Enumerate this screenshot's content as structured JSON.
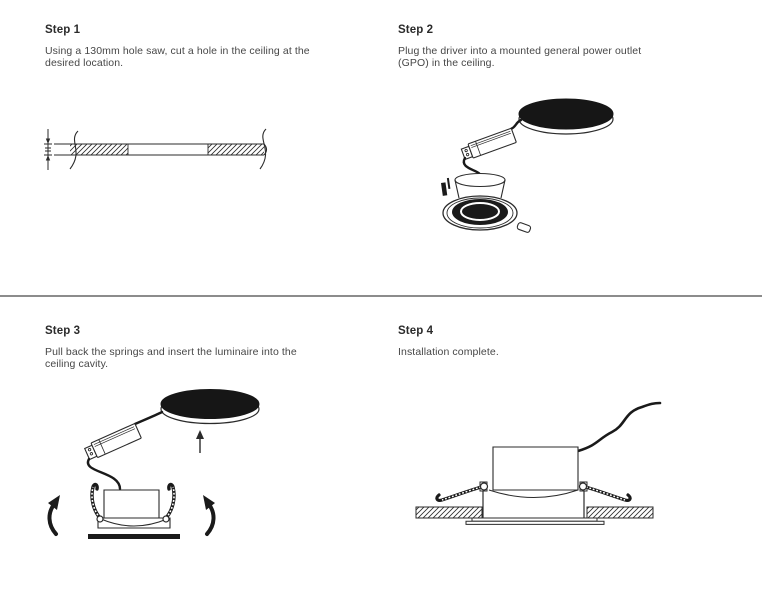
{
  "page": {
    "background": "#ffffff",
    "ink": "#2b2b2b",
    "dark_fill": "#1a1a1a",
    "divider_color": "#8c8c8c"
  },
  "steps": [
    {
      "title": "Step 1",
      "line1": "Using a 130mm hole saw, cut a hole in the ceiling at the",
      "line2": "desired location.",
      "illustration": "ceiling-cross-section-with-cut-hole"
    },
    {
      "title": "Step 2",
      "line1": "Plug the driver into a mounted general power outlet",
      "line2": "(GPO) in the ceiling.",
      "illustration": "downlight-with-driver-and-gpo-disc"
    },
    {
      "title": "Step 3",
      "line1": "Pull back the springs and insert the luminaire into the",
      "line2": "ceiling cavity.",
      "illustration": "luminaire-insertion-springs-pulled-back"
    },
    {
      "title": "Step 4",
      "line1": "Installation complete.",
      "illustration": "luminaire-installed-in-ceiling-cross-section"
    }
  ]
}
